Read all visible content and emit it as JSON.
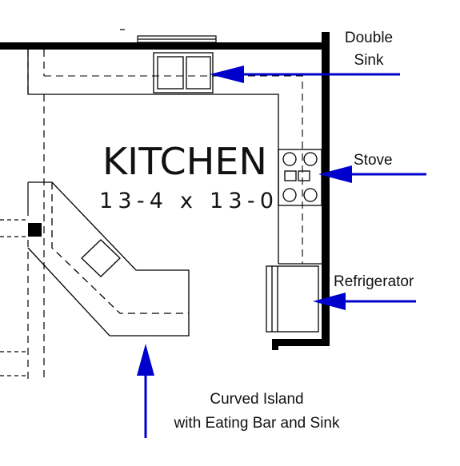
{
  "room": {
    "name": "KITCHEN",
    "dimensions": "13-4 x 13-0"
  },
  "callouts": {
    "double_sink": [
      "Double",
      "Sink"
    ],
    "stove": "Stove",
    "refrigerator": "Refrigerator",
    "island": [
      "Curved Island",
      "with Eating Bar and Sink"
    ]
  },
  "colors": {
    "arrow": "#0000cc",
    "line": "#000000"
  }
}
